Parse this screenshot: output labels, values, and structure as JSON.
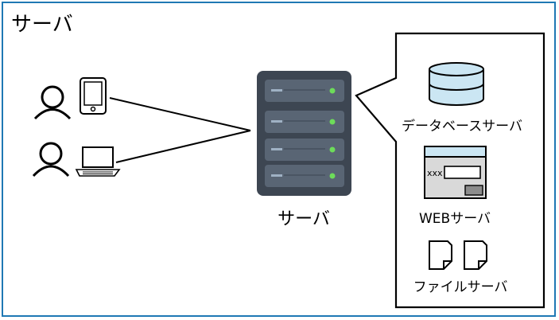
{
  "title": "サーバ",
  "server": {
    "label": "サーバ"
  },
  "services": [
    {
      "label": "データベースサーバ",
      "icon": "database-icon"
    },
    {
      "label": "WEBサーバ",
      "icon": "web-page-icon",
      "code_text": "xxx"
    },
    {
      "label": "ファイルサーバ",
      "icon": "file-icon"
    }
  ],
  "clients": [
    {
      "icon": "smartphone-icon"
    },
    {
      "icon": "laptop-icon"
    }
  ],
  "colors": {
    "frame": "#1f78b4",
    "server_body": "#3d4652",
    "server_led": "#6ddc5a",
    "db_fill": "#cbe6f3",
    "web_header": "#cbe6f3",
    "web_body": "#d9d9d9"
  }
}
